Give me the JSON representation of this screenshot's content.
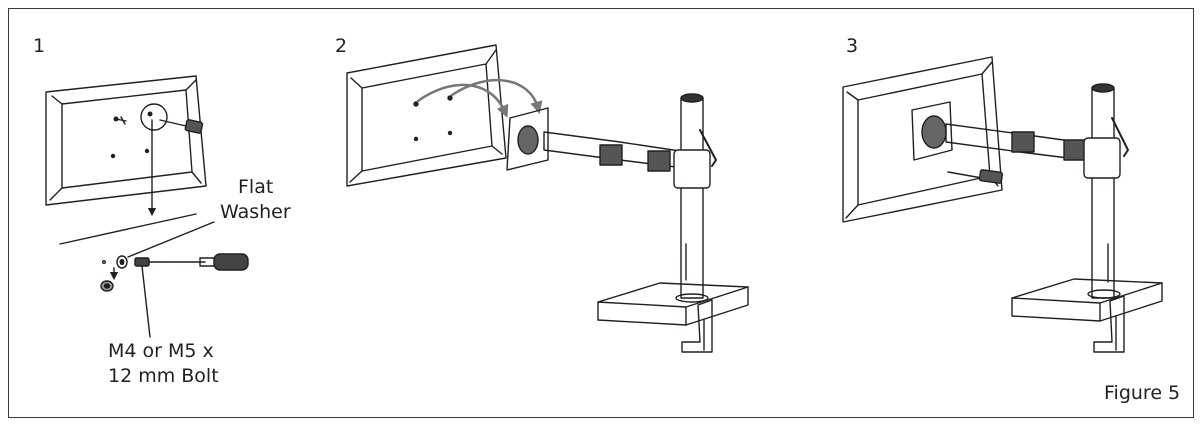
{
  "steps": [
    {
      "number": "1"
    },
    {
      "number": "2"
    },
    {
      "number": "3"
    }
  ],
  "callouts": {
    "washer_line1": "Flat",
    "washer_line2": "Washer",
    "bolt_line1": "M4 or M5 x",
    "bolt_line2": "12 mm Bolt"
  },
  "figure_label": "Figure 5"
}
